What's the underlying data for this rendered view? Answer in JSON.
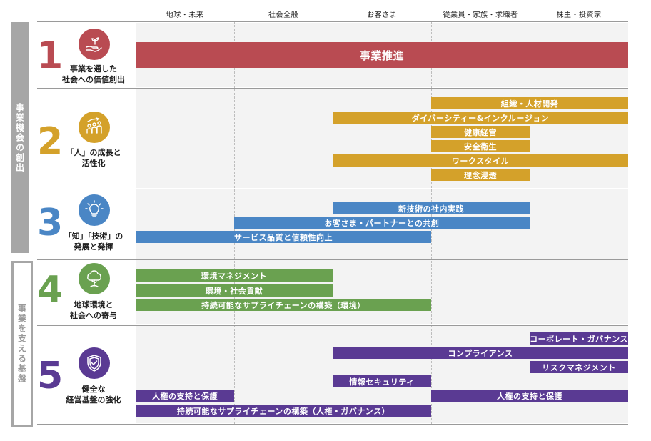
{
  "columns": [
    "地球・未来",
    "社会全般",
    "お客さま",
    "従業員・家族・求職者",
    "株主・投資家"
  ],
  "side_labels": {
    "opportunity": "事業機会の創出",
    "foundation": "事業を支える基盤"
  },
  "rows": [
    {
      "num": "1",
      "label_lines": [
        "事業を通した",
        "社会への価値創出"
      ],
      "color": "#b94b52",
      "icon": "hand-plant-icon"
    },
    {
      "num": "2",
      "label_lines": [
        "「人」の成長と",
        "活性化"
      ],
      "color": "#d4a12a",
      "icon": "people-growth-icon"
    },
    {
      "num": "3",
      "label_lines": [
        "「知」「技術」の",
        "発展と発揮"
      ],
      "color": "#4a86c5",
      "icon": "lightbulb-icon"
    },
    {
      "num": "4",
      "label_lines": [
        "地球環境と",
        "社会への寄与"
      ],
      "color": "#6aa150",
      "icon": "tree-icon"
    },
    {
      "num": "5",
      "label_lines": [
        "健全な",
        "経営基盤の強化"
      ],
      "color": "#5a3a93",
      "icon": "shield-check-icon"
    }
  ],
  "bars": {
    "r1": [
      "事業推進"
    ],
    "r2": [
      "組織・人材開発",
      "ダイバーシティー&インクルージョン",
      "健康経営",
      "安全衛生",
      "ワークスタイル",
      "理念浸透"
    ],
    "r3": [
      "新技術の社内実践",
      "お客さま・パートナーとの共創",
      "サービス品質と信頼性向上"
    ],
    "r4": [
      "環境マネジメント",
      "環境・社会貢献",
      "持続可能なサプライチェーンの構築（環境）"
    ],
    "r5": [
      "コーポレート・ガバナンス",
      "コンプライアンス",
      "リスクマネジメント",
      "情報セキュリティ",
      "人権の支持と保護",
      "人権の支持と保護",
      "持続可能なサプライチェーンの構築（人権・ガバナンス）"
    ]
  }
}
